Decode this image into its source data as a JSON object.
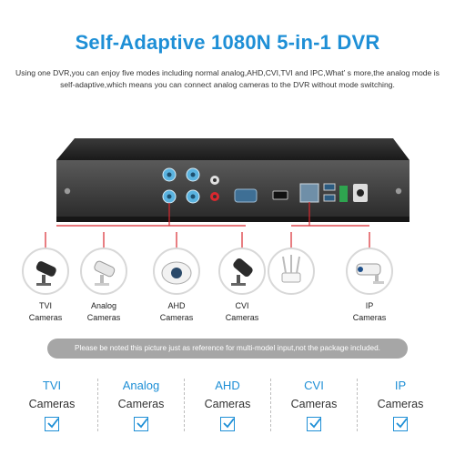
{
  "header": {
    "title": "Self-Adaptive 1080N 5-in-1 DVR",
    "description": "Using one DVR,you can enjoy five modes including normal analog,AHD,CVI,TVI and IPC,What’ s more,the analog mode is self-adaptive,which means you can connect analog cameras to the DVR without mode switching."
  },
  "cameras": [
    {
      "line1": "TVI",
      "line2": "Cameras",
      "icon": "bullet-camera-icon"
    },
    {
      "line1": "Analog",
      "line2": "Cameras",
      "icon": "bullet-camera-icon"
    },
    {
      "line1": "AHD",
      "line2": "Cameras",
      "icon": "dome-camera-icon"
    },
    {
      "line1": "CVI",
      "line2": "Cameras",
      "icon": "bullet-camera-icon"
    },
    {
      "line1": "IP",
      "line2": "Cameras",
      "icon": "ip-camera-icon"
    }
  ],
  "notice": "Please be noted this picture just as reference for multi-model input,not the package included.",
  "modes": [
    {
      "name": "TVI",
      "word": "Cameras",
      "checked": true
    },
    {
      "name": "Analog",
      "word": "Cameras",
      "checked": true
    },
    {
      "name": "AHD",
      "word": "Cameras",
      "checked": true
    },
    {
      "name": "CVI",
      "word": "Cameras",
      "checked": true
    },
    {
      "name": "IP",
      "word": "Cameras",
      "checked": true
    }
  ],
  "colors": {
    "title": "#1e8fd6",
    "accent": "#1e8fd6",
    "connector": "#d9282f",
    "notice_bg": "#a6a6a6"
  }
}
